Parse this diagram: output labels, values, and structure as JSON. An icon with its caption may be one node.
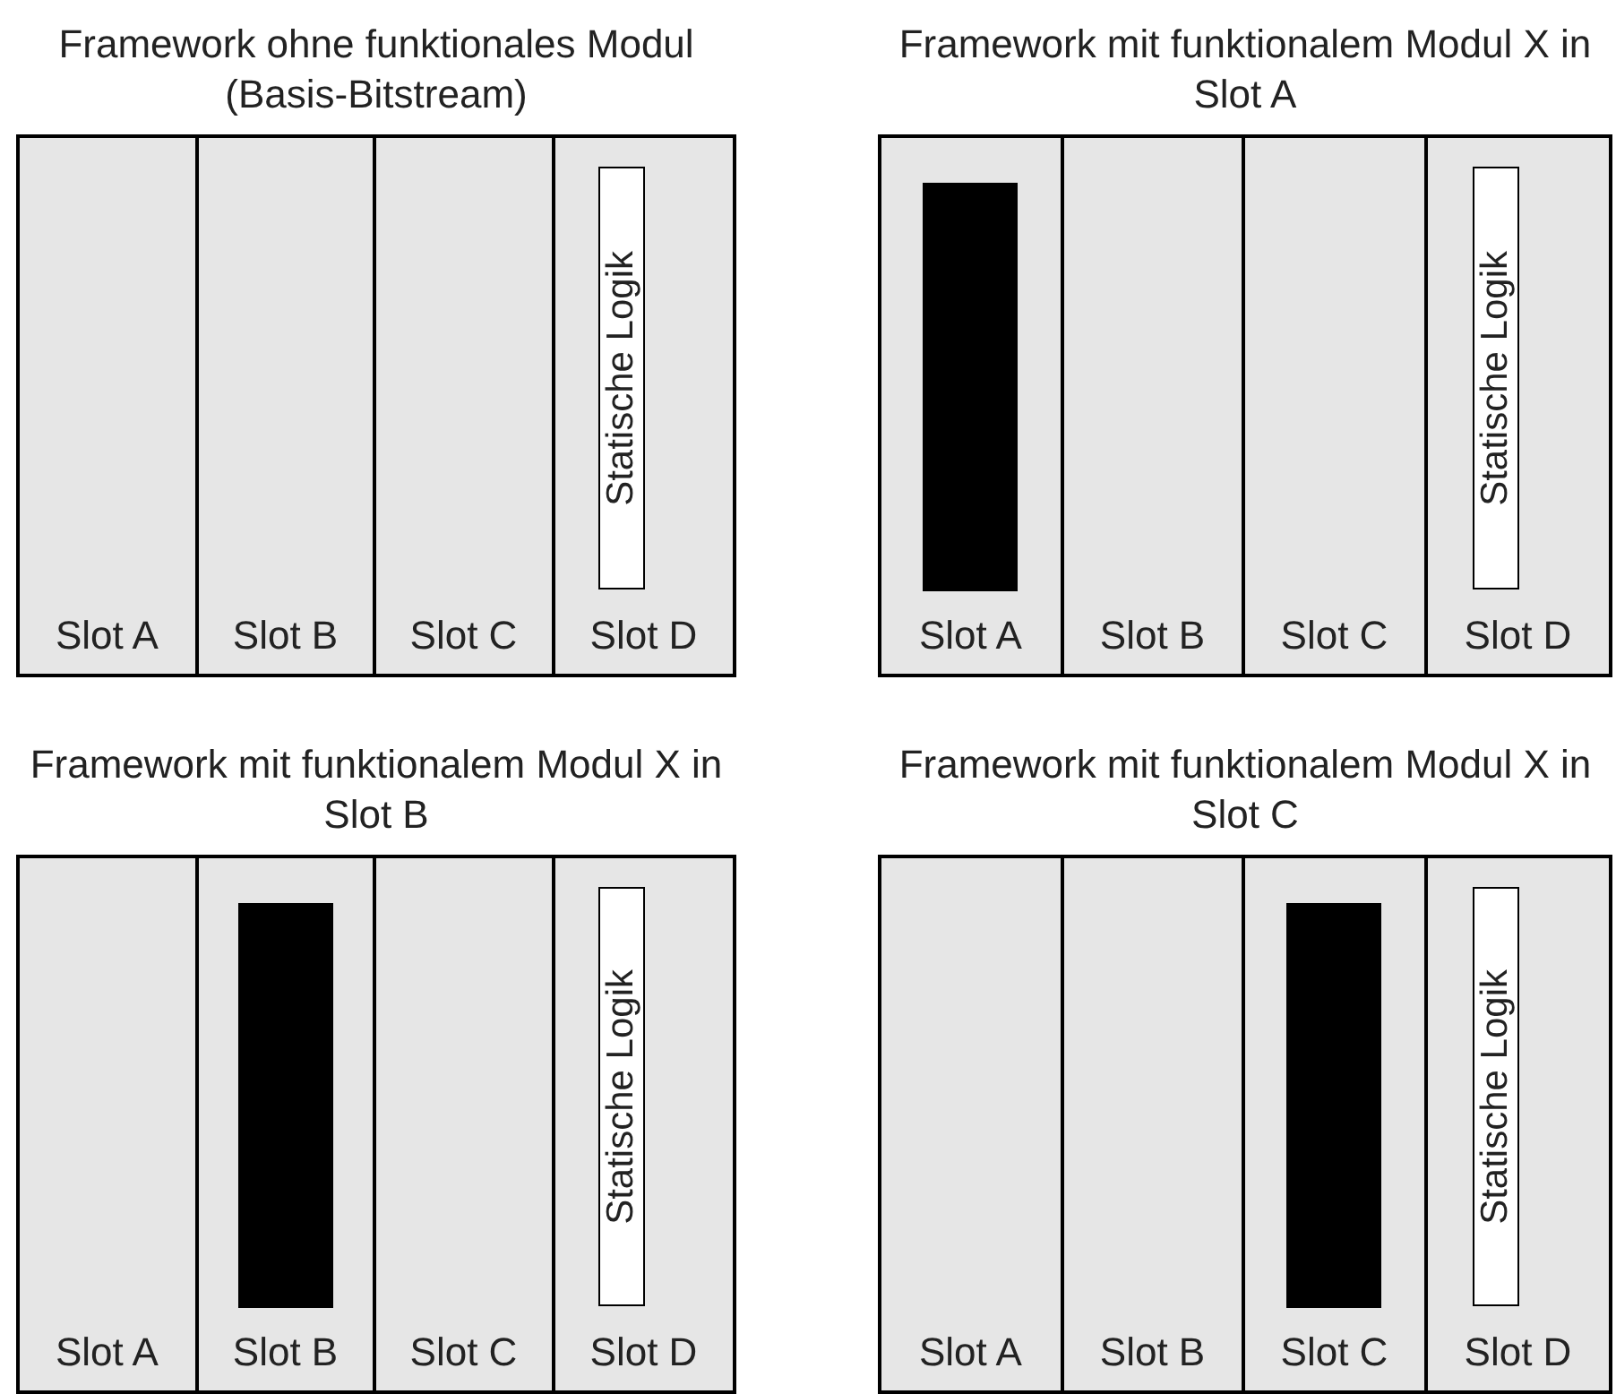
{
  "diagram": {
    "nodes": [
      {
        "text": [
          "Framework ohne funktionales Modul (Basis-Bitstream)"
        ]
      },
      {
        "text": [
          "Slot A"
        ],
        "in": 0
      },
      {
        "text": [
          "Slot B"
        ],
        "in": 0
      },
      {
        "text": [
          "Slot C"
        ],
        "in": 0
      },
      {
        "text": [
          "Slot D"
        ],
        "in": 0
      },
      {
        "text": [
          "Statische Logik"
        ],
        "in": 4
      },
      {
        "text": [
          "Framework mit funktionalem Modul X in Slot A"
        ]
      },
      {
        "text": [
          "Slot A"
        ],
        "in": 6
      },
      {
        "text": [],
        "shape": "bar",
        "in": 7
      },
      {
        "text": [
          "Slot B"
        ],
        "in": 6
      },
      {
        "text": [
          "Slot C"
        ],
        "in": 6
      },
      {
        "text": [
          "Slot D"
        ],
        "in": 6
      },
      {
        "text": [
          "Statische Logik"
        ],
        "in": 11
      },
      {
        "text": [
          "Framework mit funktionalem Modul X in Slot B"
        ]
      },
      {
        "text": [
          "Slot A"
        ],
        "in": 13
      },
      {
        "text": [
          "Slot B"
        ],
        "in": 13
      },
      {
        "text": [],
        "shape": "bar",
        "in": 15
      },
      {
        "text": [
          "Slot C"
        ],
        "in": 13
      },
      {
        "text": [
          "Slot D"
        ],
        "in": 13
      },
      {
        "text": [
          "Statische Logik"
        ],
        "in": 18
      },
      {
        "text": [
          "Framework mit funktionalem Modul X in Slot C"
        ]
      },
      {
        "text": [
          "Slot A"
        ],
        "in": 20
      },
      {
        "text": [
          "Slot B"
        ],
        "in": 20
      },
      {
        "text": [
          "Slot C"
        ],
        "in": 20
      },
      {
        "text": [],
        "shape": "bar",
        "in": 23
      },
      {
        "text": [
          "Slot D"
        ],
        "in": 20
      },
      {
        "text": [
          "Statische Logik"
        ],
        "in": 25
      }
    ]
  }
}
